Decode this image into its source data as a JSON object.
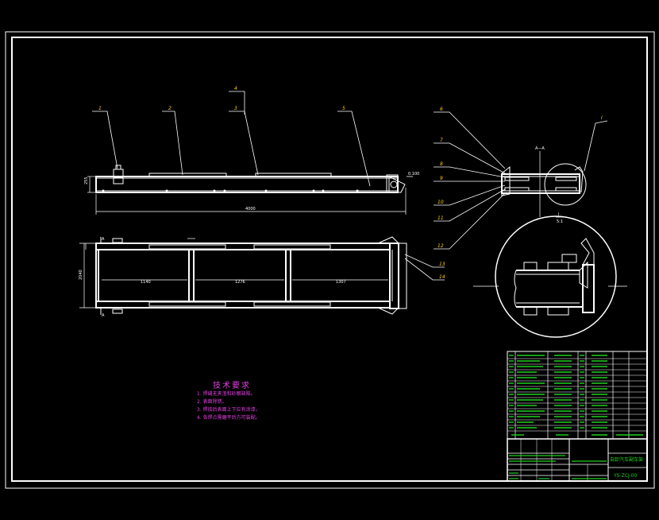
{
  "part_labels": {
    "elevation": [
      "1",
      "2",
      "4",
      "3",
      "5"
    ],
    "detail": [
      "6",
      "7",
      "8",
      "9",
      "10",
      "11",
      "12"
    ],
    "plan": [
      "13",
      "14"
    ]
  },
  "dimensions": {
    "overall_length": "4000",
    "height": "255",
    "plan_width": "2040",
    "bay_1": "1140",
    "bay_2": "1276",
    "bay_3": "1307",
    "weld": "0.100"
  },
  "section_marks": {
    "top": "A—A",
    "bottom_left": "A",
    "top_left": "A"
  },
  "detail_marks": {
    "callout": "I",
    "label": "I",
    "scale": "5:1"
  },
  "technical_requirements": {
    "title": "技术要求",
    "items": [
      "1. 焊缝无夹渣和砂眼缺陷。",
      "2. 表面除锈。",
      "3. 焊接后表面上下应有涂漆。",
      "4. 各焊点需磨平后方可装配。"
    ]
  },
  "title_block": {
    "title": "自卸汽车副车架",
    "drawing_no": "YS-ZCJ-00"
  }
}
